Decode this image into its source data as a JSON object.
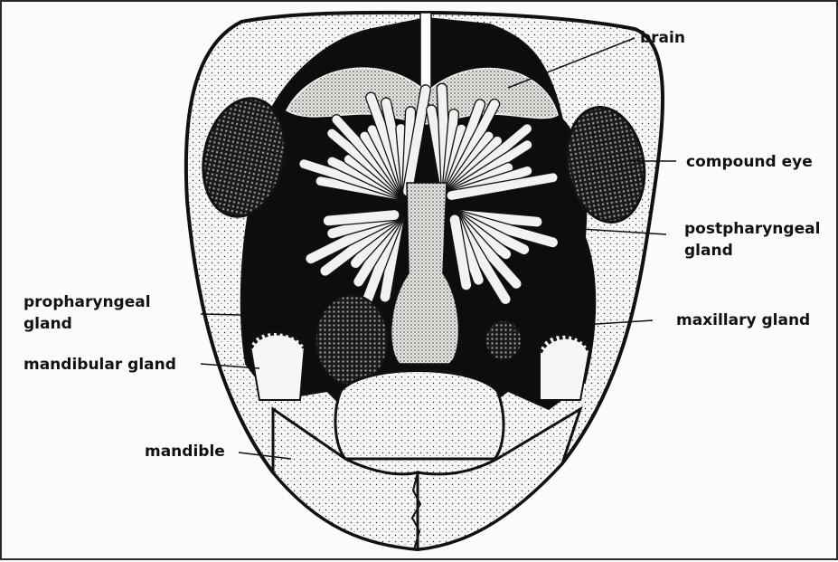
{
  "labels": {
    "brain": "brain",
    "compound_eye": "compound eye",
    "postpharyngeal_line1": "postpharyngeal",
    "postpharyngeal_line2": "gland",
    "maxillary_gland": "maxillary gland",
    "propharyngeal_line1": "propharyngeal",
    "propharyngeal_line2": "gland",
    "mandibular_gland": "mandibular gland",
    "mandible": "mandible"
  }
}
